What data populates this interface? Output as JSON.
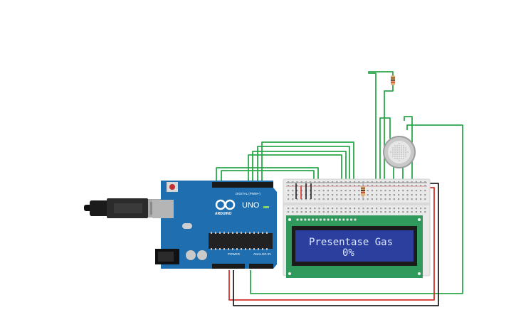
{
  "arduino": {
    "brand": "ARDUINO",
    "model": "UNO",
    "digital_label": "DIGITAL (PWM~)",
    "power_label": "POWER",
    "analog_label": "ANALOG IN"
  },
  "lcd": {
    "line1": "Presentase Gas",
    "line2": "0%"
  },
  "colors": {
    "board": "#1f6fb0",
    "wire_green": "#2aa84a",
    "wire_red": "#d0322c",
    "wire_black": "#222222",
    "lcd_pcb": "#2f9a5c",
    "lcd_screen": "#2c3f9e",
    "breadboard": "#e9e9e9"
  },
  "icons": {
    "usb": "usb-cable-icon",
    "sensor": "gas-sensor-icon",
    "resistor": "resistor-icon"
  }
}
